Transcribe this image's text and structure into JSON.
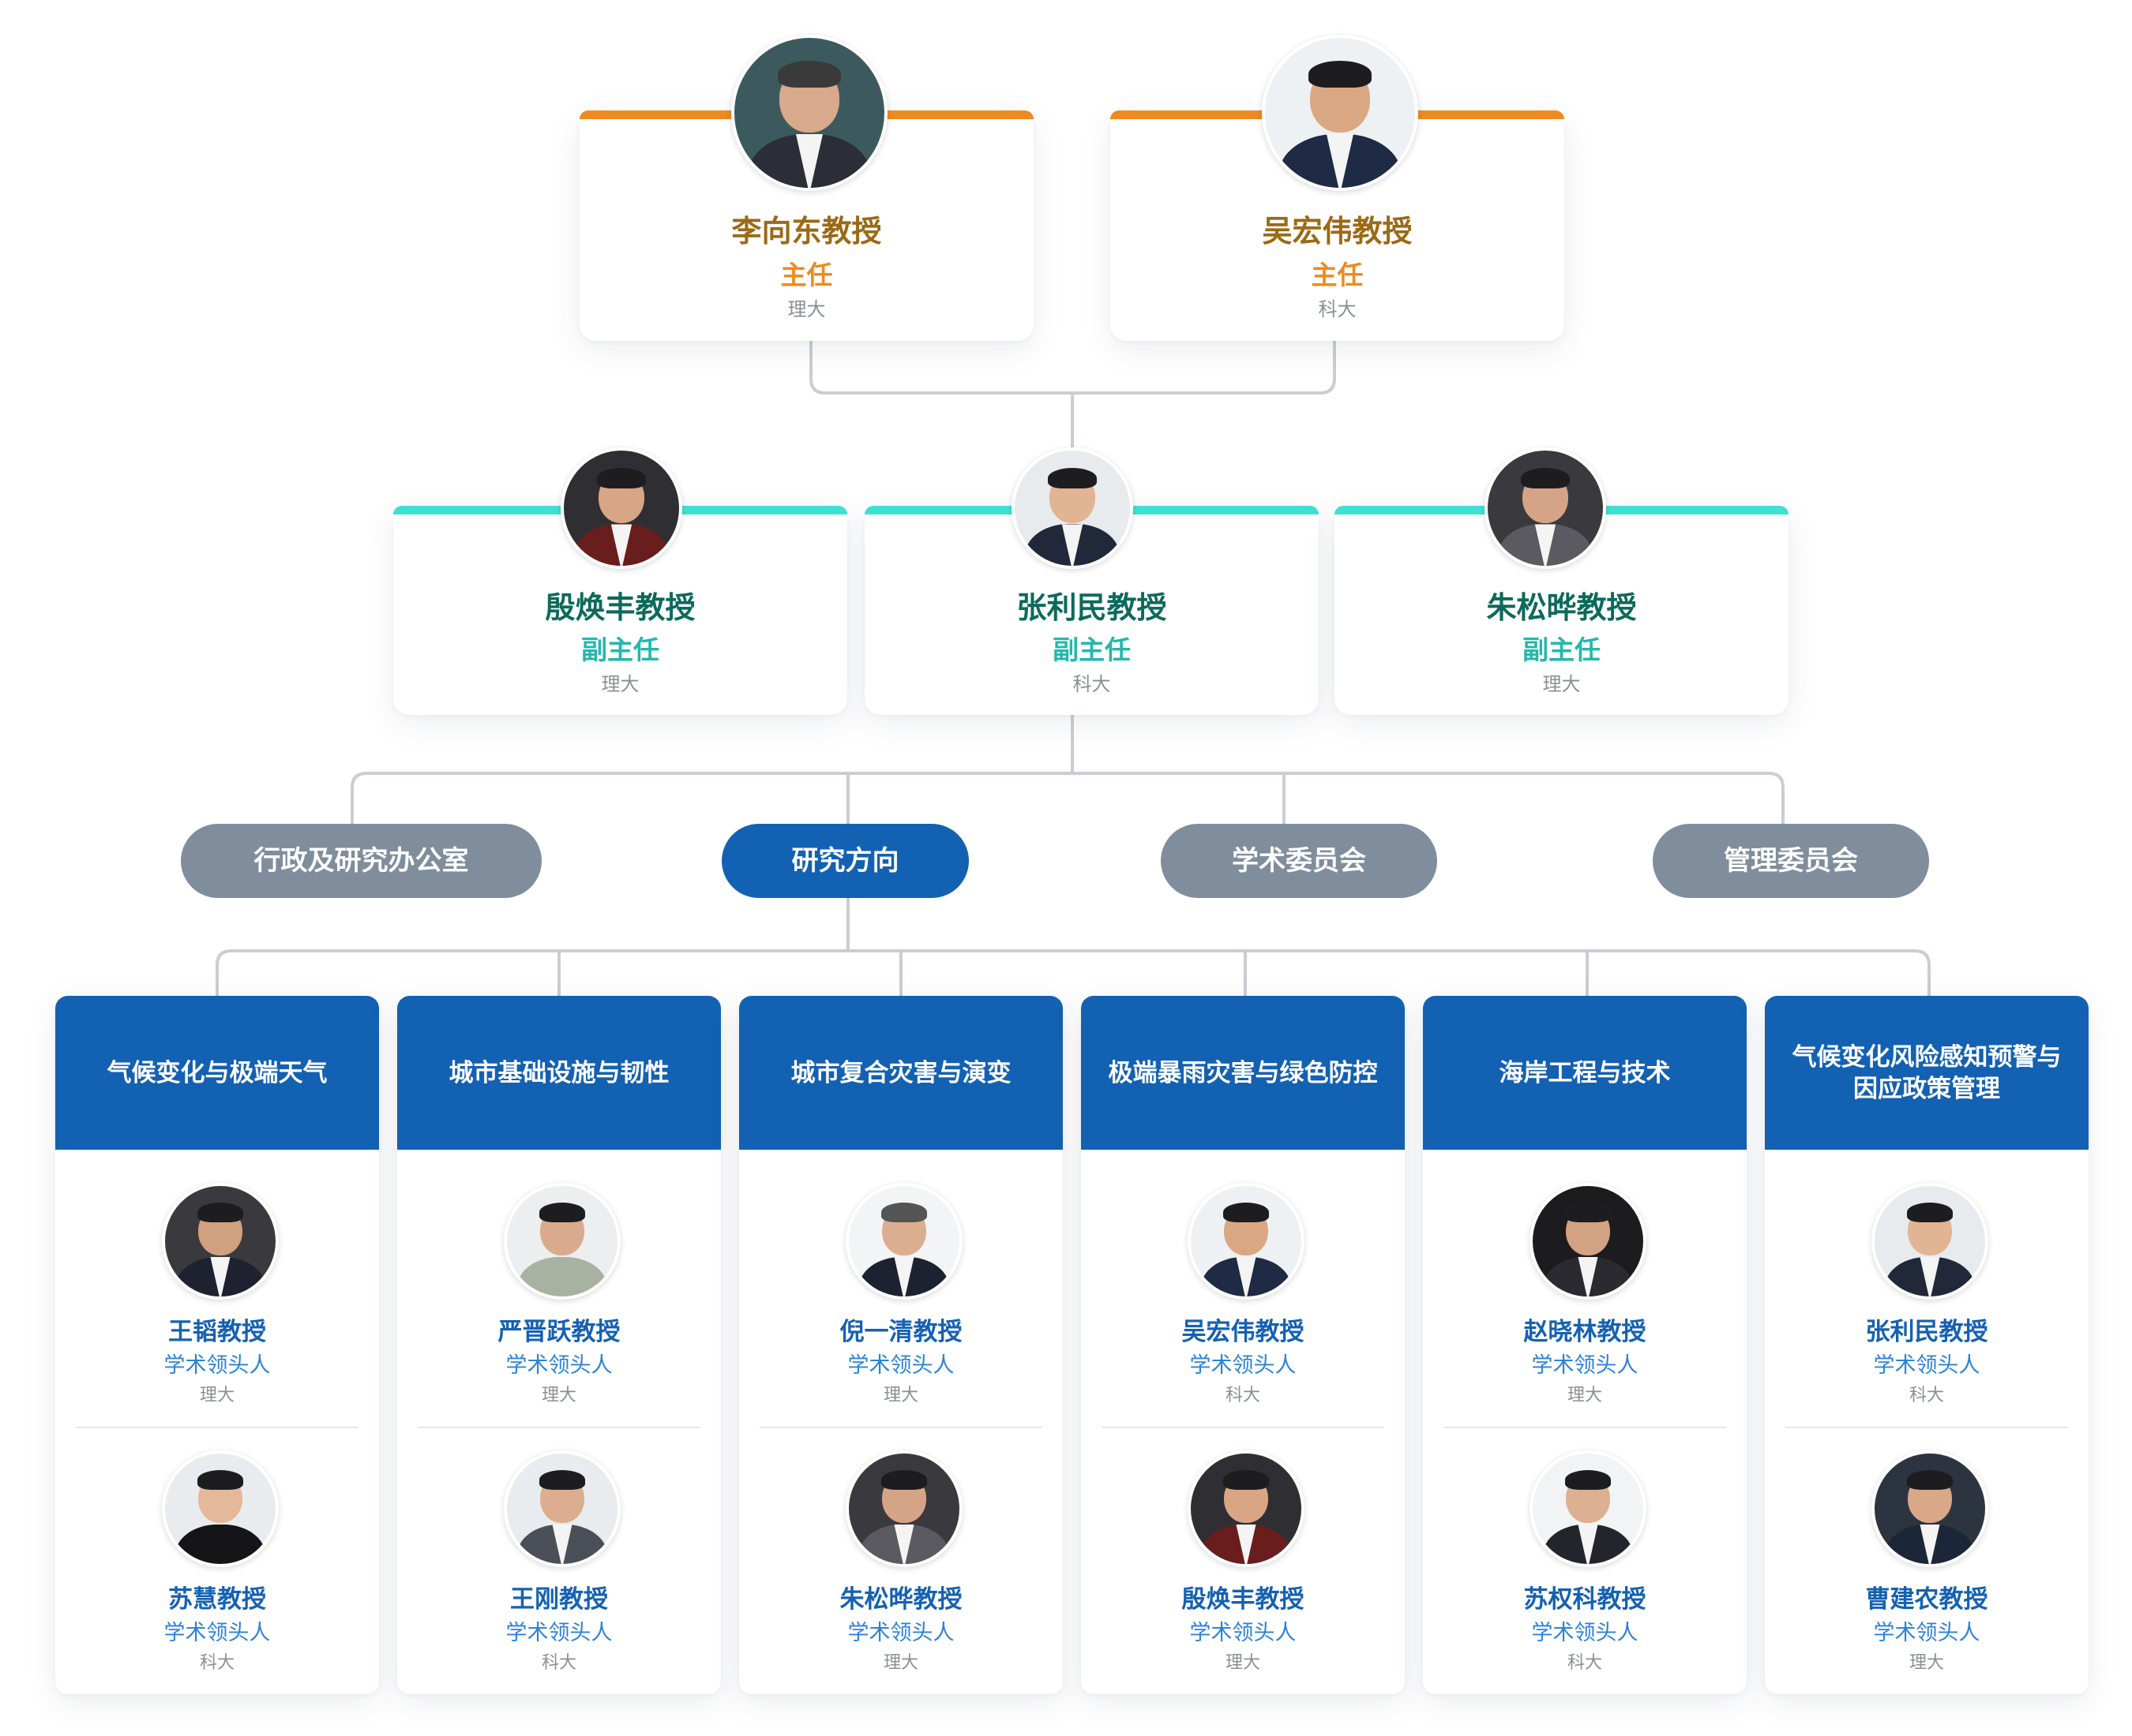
{
  "directors": [
    {
      "name": "李向东教授",
      "role": "主任",
      "org": "理大"
    },
    {
      "name": "吴宏伟教授",
      "role": "主任",
      "org": "科大"
    }
  ],
  "deputies": [
    {
      "name": "殷焕丰教授",
      "role": "副主任",
      "org": "理大"
    },
    {
      "name": "张利民教授",
      "role": "副主任",
      "org": "科大"
    },
    {
      "name": "朱松晔教授",
      "role": "副主任",
      "org": "理大"
    }
  ],
  "units": [
    {
      "label": "行政及研究办公室"
    },
    {
      "label": "研究方向"
    },
    {
      "label": "学术委员会"
    },
    {
      "label": "管理委员会"
    }
  ],
  "research_areas": [
    {
      "title": "气候变化与极端天气",
      "members": [
        {
          "name": "王韬教授",
          "role": "学术领头人",
          "org": "理大"
        },
        {
          "name": "苏慧教授",
          "role": "学术领头人",
          "org": "科大"
        }
      ]
    },
    {
      "title": "城市基础设施与韧性",
      "members": [
        {
          "name": "严晋跃教授",
          "role": "学术领头人",
          "org": "理大"
        },
        {
          "name": "王刚教授",
          "role": "学术领头人",
          "org": "科大"
        }
      ]
    },
    {
      "title": "城市复合灾害与演变",
      "members": [
        {
          "name": "倪一清教授",
          "role": "学术领头人",
          "org": "理大"
        },
        {
          "name": "朱松晔教授",
          "role": "学术领头人",
          "org": "理大"
        }
      ]
    },
    {
      "title": "极端暴雨灾害与绿色防控",
      "members": [
        {
          "name": "吴宏伟教授",
          "role": "学术领头人",
          "org": "科大"
        },
        {
          "name": "殷焕丰教授",
          "role": "学术领头人",
          "org": "理大"
        }
      ]
    },
    {
      "title": "海岸工程与技术",
      "members": [
        {
          "name": "赵晓林教授",
          "role": "学术领头人",
          "org": "理大"
        },
        {
          "name": "苏权科教授",
          "role": "学术领头人",
          "org": "科大"
        }
      ]
    },
    {
      "title": "气候变化风险感知预警与因应政策管理",
      "members": [
        {
          "name": "张利民教授",
          "role": "学术领头人",
          "org": "科大"
        },
        {
          "name": "曹建农教授",
          "role": "学术领头人",
          "org": "理大"
        }
      ]
    }
  ],
  "colors": {
    "director_accent": "#ef8a1f",
    "deputy_accent": "#3fe0d4",
    "research_blue": "#1361b2",
    "unit_grey": "#7f8d9c",
    "connector": "#c9ced4"
  },
  "icons": [
    "portrait-photo"
  ]
}
